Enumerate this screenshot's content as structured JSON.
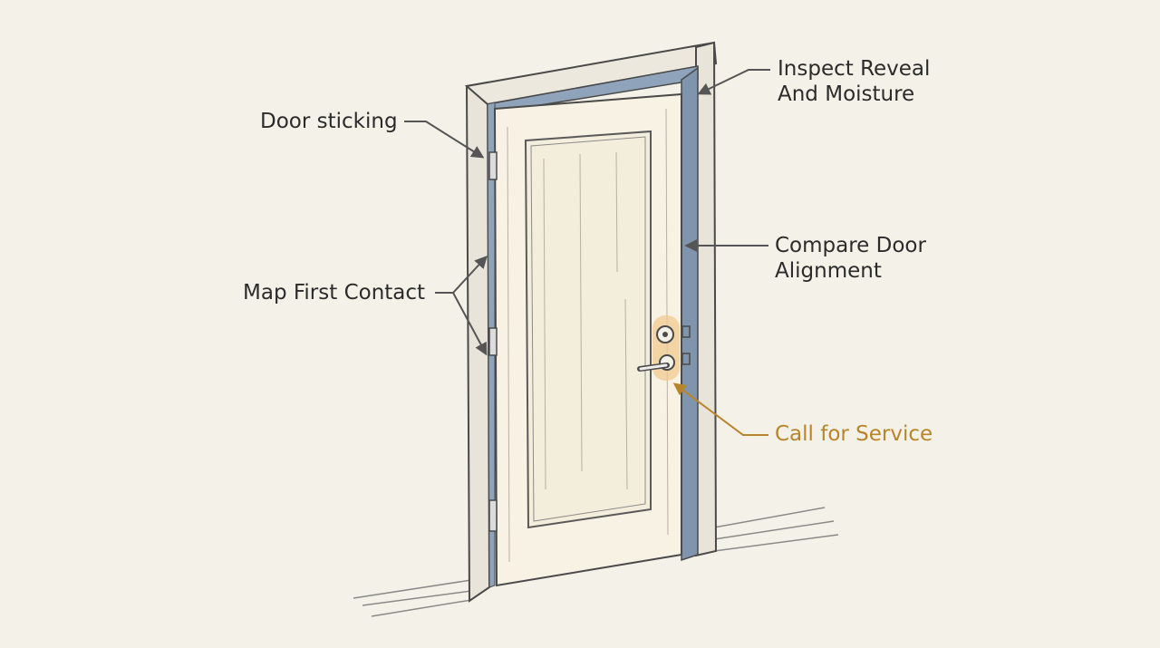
{
  "labels": {
    "door_sticking": "Door sticking",
    "inspect_reveal": {
      "line1": "Inspect Reveal",
      "line2": "And Moisture"
    },
    "compare_alignment": {
      "line1": "Compare Door",
      "line2": "Alignment"
    },
    "map_first_contact": "Map First Contact",
    "call_for_service": "Call for Service"
  },
  "colors": {
    "background": "#f4f1e8",
    "ink": "#2b2b2b",
    "frame_blue": "#8fa3ba",
    "door_fill": "#f7f2e4",
    "accent": "#b8852a",
    "highlight": "#f1c98f"
  },
  "icons": {
    "door": "door-illustration",
    "hinge": "hinge-icon",
    "lock": "deadbolt-icon",
    "handle": "lever-handle-icon"
  }
}
